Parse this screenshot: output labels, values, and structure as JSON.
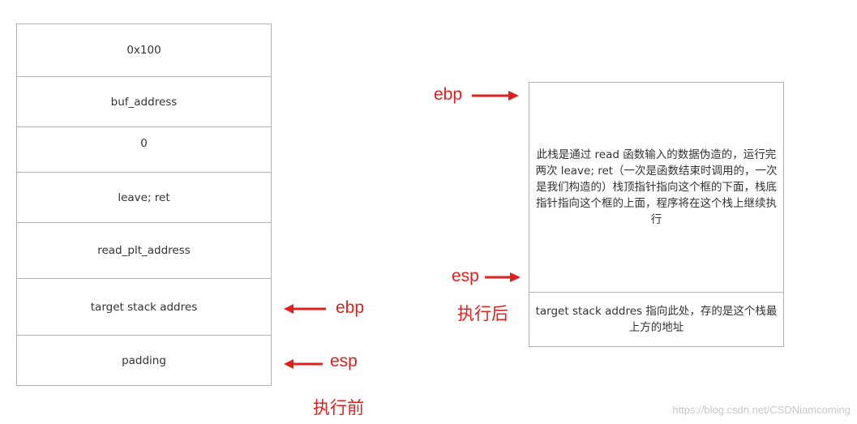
{
  "left_stack": {
    "cells": [
      "0x100",
      "buf_address",
      "0",
      "leave; ret",
      "read_plt_address",
      "target stack addres",
      "padding"
    ],
    "ebp_label": "ebp",
    "esp_label": "esp",
    "caption": "执行前"
  },
  "right_stack": {
    "main_text": "此栈是通过 read 函数输入的数据伪造的，运行完两次 leave; ret（一次是函数结束时调用的，一次是我们构造的）栈顶指针指向这个框的下面，栈底指针指向这个框的上面，程序将在这个栈上继续执行",
    "bottom_text": "target stack addres 指向此处，存的是这个栈最上方的地址",
    "ebp_label": "ebp",
    "esp_label": "esp",
    "caption": "执行后"
  },
  "colors": {
    "accent": "#e0201e",
    "border": "#b3b3b3"
  },
  "watermark": "https://blog.csdn.net/CSDNiamcoming"
}
